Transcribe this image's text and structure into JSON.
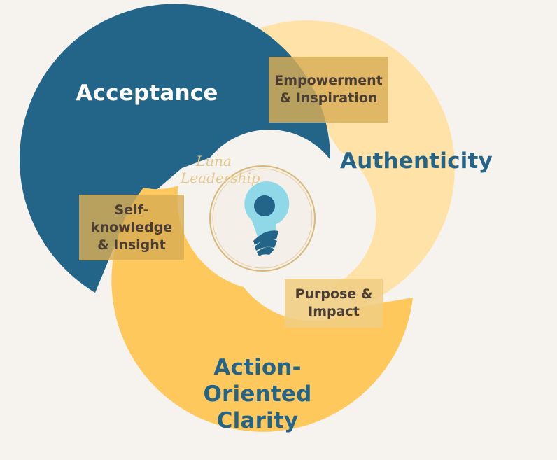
{
  "colors": {
    "background": "#f6f2ee",
    "acceptance": "#236589",
    "authenticity": "#ffe2a8",
    "clarity": "#ffc85c",
    "overlap_box": "#d9ad55",
    "dark_text": "#246488",
    "white_text": "#ffffff",
    "box_text": "#4a3d33",
    "logo_teal": "#8fd8e8",
    "logo_ring": "#d8b878"
  },
  "circles": {
    "acceptance": "Acceptance",
    "authenticity": "Authenticity",
    "clarity_lines": [
      "Action-",
      "Oriented",
      "Clarity"
    ]
  },
  "overlaps": {
    "empowerment_lines": [
      "Empowerment",
      "& Inspiration"
    ],
    "self_knowledge_lines": [
      "Self-",
      "knowledge",
      "& Insight"
    ],
    "purpose_lines": [
      "Purpose &",
      "Impact"
    ]
  },
  "logo": {
    "line1": "Luna",
    "line2": "Leadership",
    "icon": "lightbulb-icon"
  }
}
